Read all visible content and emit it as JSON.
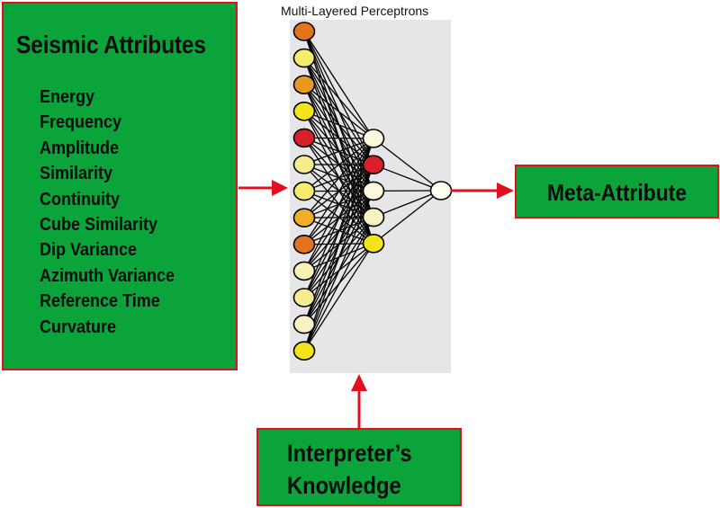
{
  "input_box": {
    "title": "Seismic Attributes",
    "attributes": [
      "Energy",
      "Frequency",
      "Amplitude",
      "Similarity",
      "Continuity",
      "Cube Similarity",
      "Dip Variance",
      "Azimuth Variance",
      "Reference Time",
      "Curvature"
    ]
  },
  "network": {
    "title": "Multi-Layered Perceptrons",
    "input_colors": [
      "#e2741e",
      "#f6ec6b",
      "#e79a22",
      "#f2e31b",
      "#d8202c",
      "#f6ec8e",
      "#f6ec6b",
      "#eeae2a",
      "#e2741e",
      "#f8f1b6",
      "#f6ec8e",
      "#f8f1c4",
      "#f2e31b"
    ],
    "hidden_colors": [
      "#fbf8de",
      "#d8202c",
      "#fbf8de",
      "#f8f1c4",
      "#f2e31b"
    ],
    "output_colors": [
      "#fffff2"
    ]
  },
  "output_box": {
    "label": "Meta-Attribute"
  },
  "knowledge_box": {
    "label_line1": "Interpreter’s",
    "label_line2": "Knowledge"
  },
  "colors": {
    "box_fill": "#0aa43a",
    "border": "#e1101f",
    "arrow": "#e1101f",
    "panel": "#e6e6e8"
  }
}
